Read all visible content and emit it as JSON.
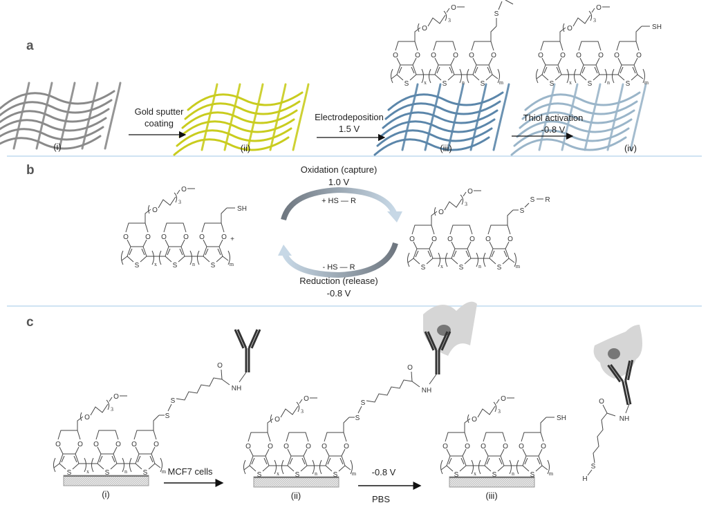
{
  "panels": {
    "a": "a",
    "b": "b",
    "c": "c"
  },
  "panel_a": {
    "stages": [
      "(i)",
      "(ii)",
      "(iii)",
      "(iv)"
    ],
    "step1": [
      "Gold sputter",
      "coating"
    ],
    "step2": [
      "Electrodeposition",
      "1.5 V"
    ],
    "step3": [
      "Thiol activation",
      "-0.8 V"
    ],
    "colors": {
      "fiber": "#8a8a8a",
      "gold": "#c9cc1e",
      "pedot": "#5b86aa",
      "activated": "#9ab5c9"
    }
  },
  "panel_b": {
    "oxidation": "Oxidation (capture)",
    "oxidation_v": "1.0 V",
    "add_thiol": "+ HS — R",
    "remove_thiol": "- HS — R",
    "reduction": "Reduction (release)",
    "reduction_v": "-0.8 V"
  },
  "panel_c": {
    "stages": [
      "(i)",
      "(ii)",
      "(iii)"
    ],
    "step1": "MCF7 cells",
    "step2_top": "-0.8 V",
    "step2_bottom": "PBS"
  },
  "chem": {
    "O": "O",
    "S": "S",
    "SH": "SH",
    "x": "x",
    "n": "n",
    "m": "m",
    "three": "3",
    "plus": "+",
    "R": "R",
    "NH": "NH",
    "H": "H"
  },
  "divider_color": "#cfe3f3"
}
